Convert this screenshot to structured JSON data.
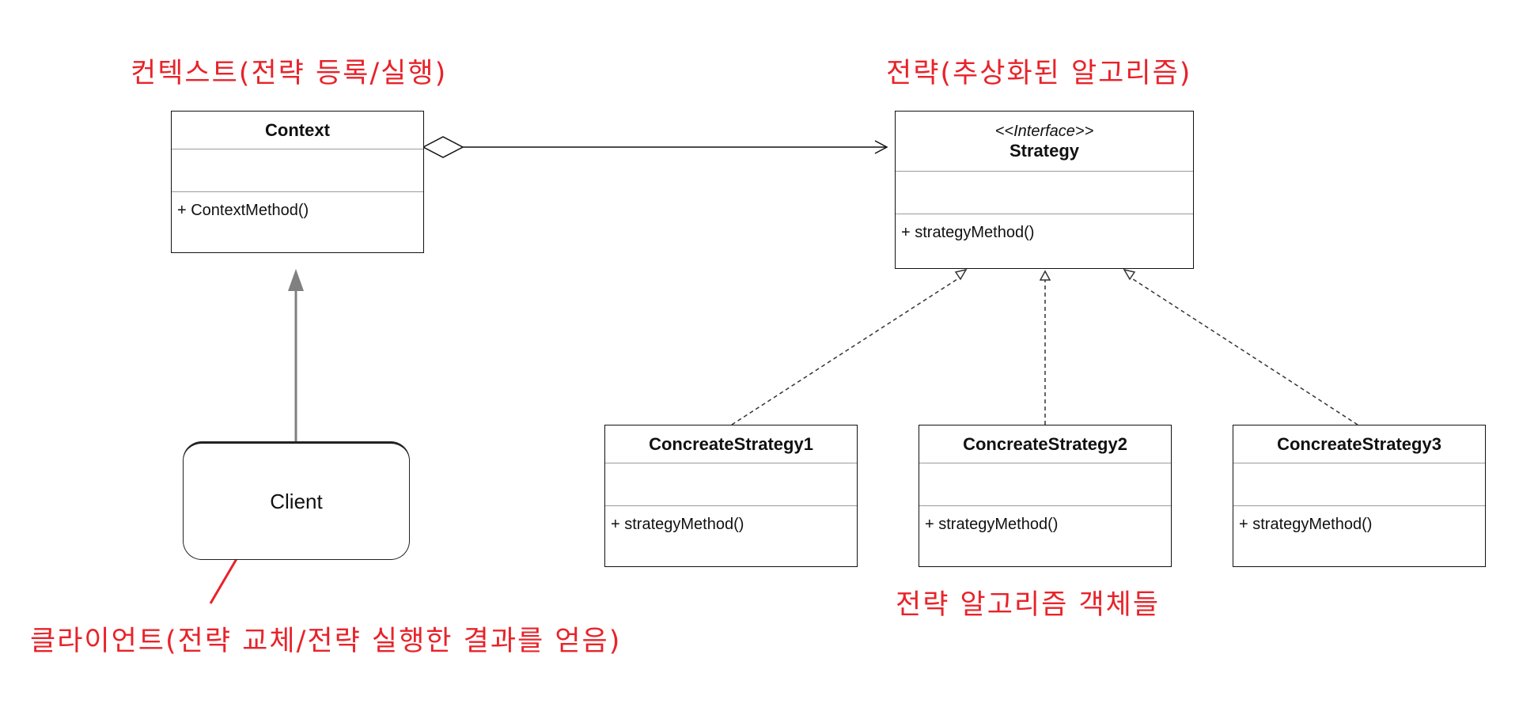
{
  "notes": {
    "context": "컨텍스트(전략 등록/실행)",
    "strategy": "전략(추상화된 알고리즘)",
    "concrete": "전략 알고리즘 객체들",
    "client": "클라이언트(전략 교체/전략 실행한 결과를 얻음)"
  },
  "context_box": {
    "name": "Context",
    "operation": "+ ContextMethod()"
  },
  "strategy_box": {
    "stereotype": "<<Interface>>",
    "name": "Strategy",
    "operation": "+ strategyMethod()"
  },
  "concrete_boxes": [
    {
      "name": "ConcreateStrategy1",
      "operation": "+ strategyMethod()"
    },
    {
      "name": "ConcreateStrategy2",
      "operation": "+ strategyMethod()"
    },
    {
      "name": "ConcreateStrategy3",
      "operation": "+ strategyMethod()"
    }
  ],
  "client_box": {
    "name": "Client"
  },
  "colors": {
    "annotation": "#e8232a",
    "line": "#111111",
    "arrow_gray": "#808080"
  }
}
